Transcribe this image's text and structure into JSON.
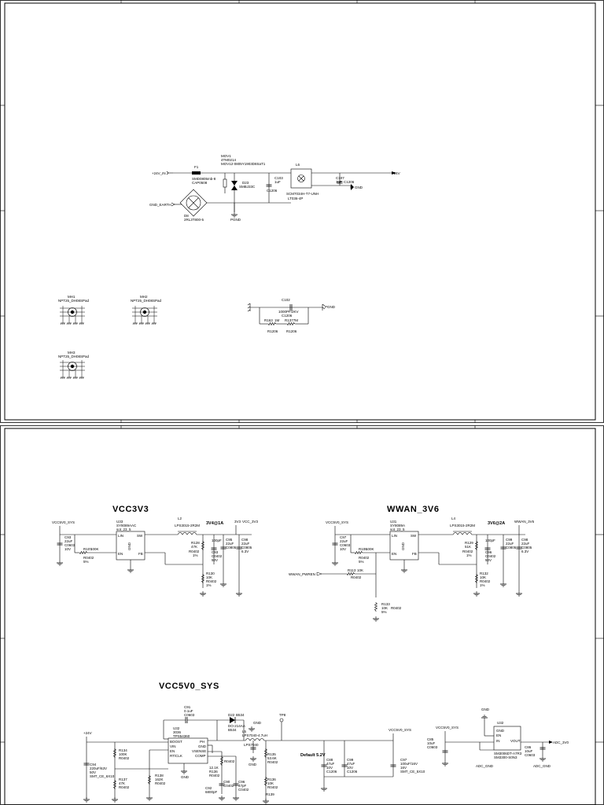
{
  "sheet1": {
    "input": {
      "net_in": "+24V_IN",
      "fuse_ref": "F1",
      "fuse_val": "SMD0805mb-8",
      "fuse_pkg": "CAP0508",
      "mov_ref": "MOV1",
      "mov_val1": "4TM0214",
      "mov_val2": "MOV12-0805Y1903D8SaT1",
      "tvs_ref": "D23",
      "tvs_val": "SMBJ33C",
      "cap1_ref": "C103",
      "cap1_val": "1uF",
      "cap1_pkg": "C1206",
      "choke_ref": "L6",
      "choke_val": "SCM7034H-T7-UNH",
      "choke_pkg": "LT036-4P",
      "cap2_ref": "C107",
      "cap2_val": "1uF",
      "cap2_pkg": "C1206",
      "net_out": "+24V",
      "gnd_label": "GND",
      "pgnd_label": "PGND",
      "earth_net": "GND_EARTH",
      "gdt_ref": "D8",
      "gdt_val": "2RL3T800-5"
    },
    "mounting": [
      {
        "ref": "MH1",
        "val": "NPT25_DH08SPad"
      },
      {
        "ref": "MH2",
        "val": "NPT25_DH08SPad"
      },
      {
        "ref": "MH3",
        "val": "NPT25_DH08SPad"
      }
    ],
    "esd": {
      "cap_ref": "C102",
      "cap_val": "1000PF/2KV",
      "cap_pkg": "C1206",
      "r1_ref": "R163",
      "r1_val": "1M",
      "r2_ref": "R1377M",
      "r1_pkg": "R1206",
      "r2_pkg": "R1206",
      "net": "PGND"
    }
  },
  "sheet2": {
    "vcc3v3": {
      "title": "VCC3V3",
      "in_net": "VCC5V0_SYS",
      "ic_ref": "U33",
      "ic_val": "SY8089AAC",
      "ic_pkg": "sot_23_5",
      "pin_lin": "LIN",
      "pin_sw": "SW",
      "pin_en": "EN",
      "pin_gnd": "GND",
      "pin_fb": "FB",
      "cin_ref": "C93",
      "cin_val": "22uF",
      "cin_pkg": "C0603",
      "cin_v": "10V",
      "ren_ref": "R107",
      "ren_val": "100K",
      "ren_pkg": "R0402",
      "ren_tol": "5%",
      "l_ref": "L2",
      "l_val": "LPS3015-2R2M",
      "current": "3V4@1A",
      "out_net1": "3V3",
      "out_net2": "VCC_3V3",
      "rfb1_ref": "R128",
      "rfb1_val": "47K",
      "rfb1_pkg": "R0402",
      "rfb1_tol": "1%",
      "cff_ref": "C93",
      "cff_val": "100pF",
      "cff_pkg": "C0402",
      "cff_v": "50V",
      "cout1_ref": "C95",
      "cout1_val": "22uF",
      "cout1_pkg": "C0805",
      "cout2_ref": "C98",
      "cout2_val": "22uF",
      "cout2_pkg": "C0805",
      "cout_v": "6.3V",
      "rfb2_ref": "R130",
      "rfb2_val": "10K",
      "rfb2_pkg": "R0402",
      "rfb2_tol": "1%"
    },
    "wwan": {
      "title": "WWAN_3V6",
      "in_net": "VCC5V0_SYS",
      "ic_ref": "U31",
      "ic_val": "SY8089A",
      "ic_pkg": "sot_23_5",
      "pin_lin": "LIN",
      "pin_sw": "SW",
      "pin_en": "EN",
      "pin_gnd": "GND",
      "pin_fb": "FB",
      "cin_ref": "C97",
      "cin_val": "22uF",
      "cin_pkg": "C0603",
      "cin_v": "10V",
      "ren_ref": "R108",
      "ren_val": "100K",
      "ren_pkg": "R0402",
      "ren_tol": "5%",
      "l_ref": "L4",
      "l_val": "LPS3015-2R2M",
      "current": "3V6@2A",
      "out_net": "WWAN_3V6",
      "rfb1_ref": "R129",
      "rfb1_val": "51K",
      "rfb1_pkg": "R0402",
      "rfb1_tol": "1%",
      "cff_ref": "C96",
      "cff_val": "100pF",
      "cff_pkg": "C0402",
      "cff_v": "50V",
      "cout1_ref": "C99",
      "cout1_val": "22uF",
      "cout1_pkg": "C0805",
      "cout2_ref": "C98",
      "cout2_val": "22uF",
      "cout2_pkg": "C0805",
      "cout_v": "6.3V",
      "rfb2_ref": "R132",
      "rfb2_val": "10K",
      "rfb2_pkg": "R0402",
      "rfb2_tol": "1%",
      "pwren_net": "WWAN_PWREN",
      "ren2_ref": "R113",
      "ren2_val": "10K",
      "ren2_pkg": "R0402",
      "rpd_ref": "R133",
      "rpd_val": "10K",
      "rpd_pkg": "R0402",
      "rpd_tol": "5%"
    },
    "vcc5v0": {
      "title": "VCC5V0_SYS",
      "in_net": "+24V",
      "cin_ref": "C94",
      "cin_val": "220uF/63V",
      "cin_v": "50V",
      "cin_pkg": "SMT_CE_6X10",
      "r1_ref": "R134",
      "r1_val": "100K",
      "r1_pkg": "R0402",
      "r2_ref": "R137",
      "r2_val": "47K",
      "r2_pkg": "R0402",
      "r3_ref": "R138",
      "r3_val": "162K",
      "r3_pkg": "R0402",
      "cboot_ref": "C91",
      "cboot_val": "0.1uF",
      "cboot_pkg": "C0603",
      "ic_ref": "U32",
      "ic_val": "3036",
      "ic_val2": "TPS54360",
      "pin_boost": "BOOST",
      "pin_vin": "VIN",
      "pin_en": "EN",
      "pin_rt": "RT/CLK",
      "pin_ph": "PH",
      "pin_gnd": "GND",
      "pin_vsense": "VSENSE",
      "pin_comp": "COMP",
      "diode_ref": "D22",
      "diode_val": "B534",
      "diode_pkg": "DO-214AA",
      "diode_val2": "B534",
      "l_ref": "L5",
      "l_val": "LPS7040-4.7uH",
      "l_pkg": "LPS7040",
      "tp_label": "TP8",
      "gnd": "GND",
      "r4_ref": "R135",
      "r4_val": "53.6K",
      "r4_pkg": "R0402",
      "r5_ref": "R136",
      "r5_val": "10K",
      "r5_pkg": "R0402",
      "r6_ref": "R139",
      "r6_val": "10K",
      "r6_pkg": "R0402",
      "r7_ref": "R0402",
      "c1_ref": "C92",
      "c1_val": "6800pF",
      "c2_ref": "C96",
      "c2_val": "47pF",
      "c2_pkg": "C0402",
      "c3_ref": "C88",
      "c3_val": "47uF",
      "c3_v": "10V",
      "c3_pkg": "C1206",
      "c4_ref": "C99",
      "c4_val": "47uF",
      "c4_v": "10V",
      "c4_pkg": "C1206",
      "c5_ref": "C97",
      "c5_val": "100uF/16V",
      "c5_v": "16V",
      "c5_pkg": "SMT_CE_5X10",
      "default_label": "Default 5.2V",
      "out_net": "VCC5V0_SYS",
      "ref_labels": [
        "12.1K",
        "R136",
        "R0402",
        "C90",
        "C0402"
      ]
    },
    "ldo": {
      "in_net": "VCC5V0_SYS",
      "ic_ref": "U32",
      "ic_val": "SM3006DT-A7R3",
      "ic_val2": "SM3300-S0N3",
      "pin_gnd": "GND",
      "pin_en": "EN",
      "pin_in": "IN",
      "pin_out": "VOUT",
      "cin_ref": "C85",
      "cin_val": "10uF",
      "cin_pkg": "C0603",
      "cout_ref": "C86",
      "cout_val": "10uF",
      "cout_pkg": "C0603",
      "gnd": "GND",
      "out_net": "ADC_3V0",
      "gnd_left": "ADC_GND",
      "gnd_right": "ADC_GND"
    }
  }
}
